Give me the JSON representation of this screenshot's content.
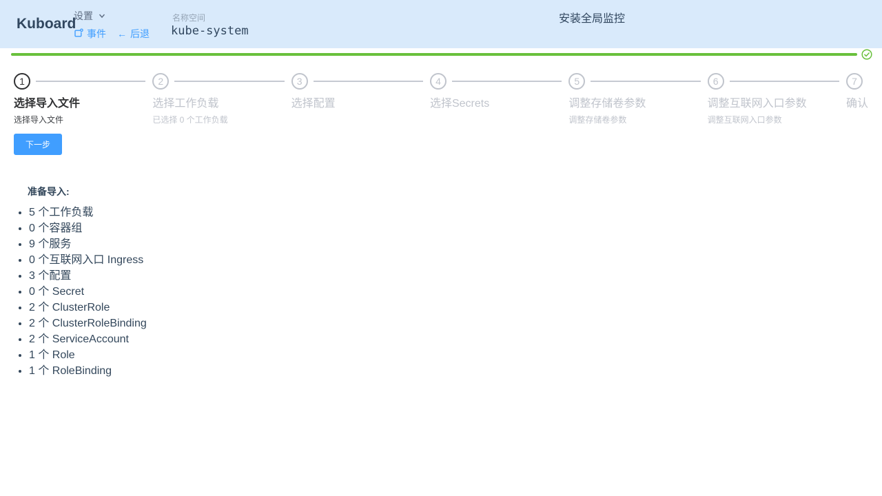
{
  "header": {
    "logo": "Kuboard",
    "settings": {
      "label": "设置"
    },
    "events": {
      "label": "事件"
    },
    "back": {
      "label": "后退",
      "arrow": "←"
    },
    "namespace": {
      "label": "名称空间",
      "value": "kube-system"
    },
    "page_title": "安装全局监控"
  },
  "progress": {
    "percent": 100,
    "status": "success"
  },
  "steps": [
    {
      "index": "1",
      "title": "选择导入文件",
      "description": "选择导入文件",
      "status": "process"
    },
    {
      "index": "2",
      "title": "选择工作负载",
      "description": "已选择 0 个工作负载",
      "status": "wait"
    },
    {
      "index": "3",
      "title": "选择配置",
      "description": "",
      "status": "wait"
    },
    {
      "index": "4",
      "title": "选择Secrets",
      "description": "",
      "status": "wait"
    },
    {
      "index": "5",
      "title": "调整存储卷参数",
      "description": "调整存储卷参数",
      "status": "wait"
    },
    {
      "index": "6",
      "title": "调整互联网入口参数",
      "description": "调整互联网入口参数",
      "status": "wait"
    },
    {
      "index": "7",
      "title": "确认",
      "description": "",
      "status": "wait"
    }
  ],
  "wizard": {
    "next_label": "下一步"
  },
  "summary": {
    "title": "准备导入:",
    "items": [
      "5 个工作负载",
      "0 个容器组",
      "9 个服务",
      "0 个互联网入口 Ingress",
      "3 个配置",
      "0 个 Secret",
      "2 个 ClusterRole",
      "2 个 ClusterRoleBinding",
      "2 个 ServiceAccount",
      "1 个 Role",
      "1 个 RoleBinding"
    ]
  },
  "icons": {
    "settings_chevron": "chevron-down",
    "events": "document-badge",
    "back": "arrow-left",
    "progress_check": "check-circle"
  },
  "colors": {
    "header_bg": "#d9eafb",
    "brand_text": "#31475f",
    "link_blue": "#409eff",
    "muted_gray": "#96a5b6",
    "step_inactive": "#c0c4cc",
    "step_active": "#303133",
    "success_green": "#69c03c",
    "button_blue": "#409eff",
    "summary_text": "#33475b"
  }
}
